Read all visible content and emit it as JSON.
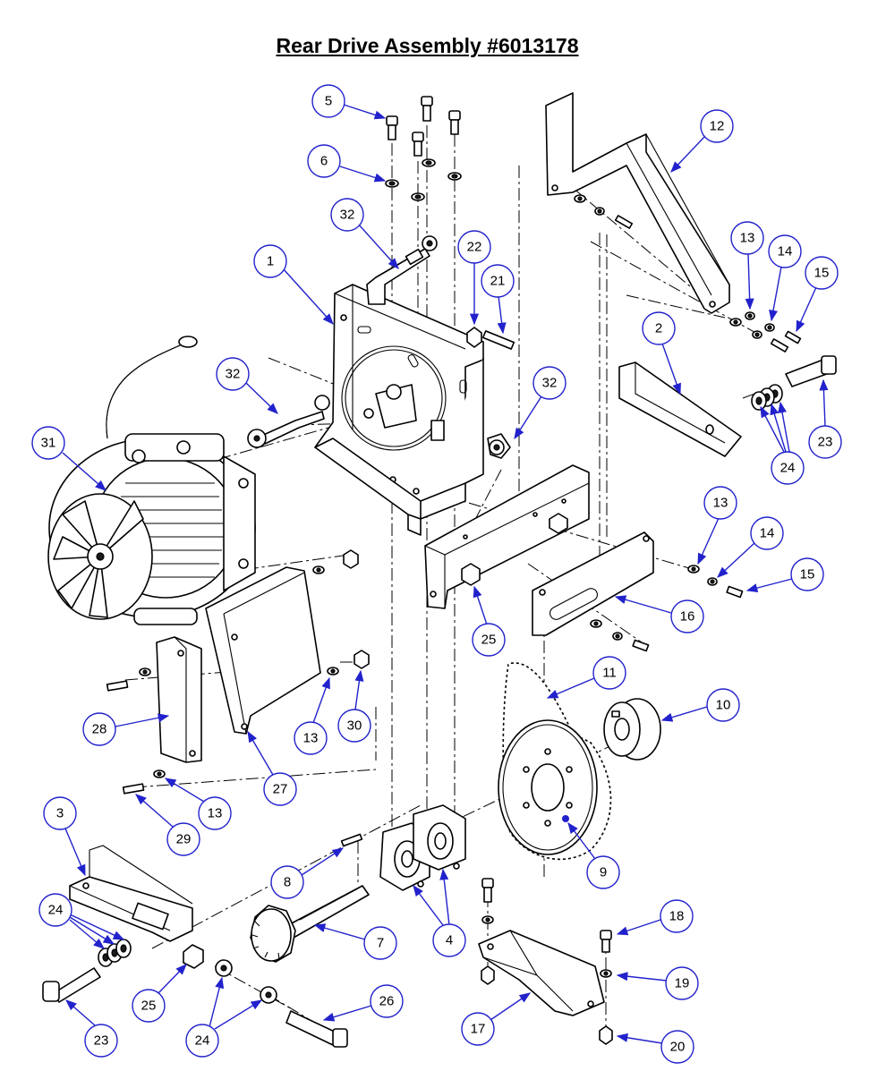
{
  "title": "Rear Drive Assembly #6013178",
  "colors": {
    "callout": "#2222cc",
    "line": "#000000"
  },
  "callouts": [
    {
      "id": "c5",
      "label": "5"
    },
    {
      "id": "c6",
      "label": "6"
    },
    {
      "id": "c32a",
      "label": "32"
    },
    {
      "id": "c1",
      "label": "1"
    },
    {
      "id": "c22",
      "label": "22"
    },
    {
      "id": "c21",
      "label": "21"
    },
    {
      "id": "c12",
      "label": "12"
    },
    {
      "id": "c13a",
      "label": "13"
    },
    {
      "id": "c14a",
      "label": "14"
    },
    {
      "id": "c15a",
      "label": "15"
    },
    {
      "id": "c2",
      "label": "2"
    },
    {
      "id": "c32b",
      "label": "32"
    },
    {
      "id": "c32c",
      "label": "32"
    },
    {
      "id": "c31",
      "label": "31"
    },
    {
      "id": "c23a",
      "label": "23"
    },
    {
      "id": "c24a",
      "label": "24"
    },
    {
      "id": "c13b",
      "label": "13"
    },
    {
      "id": "c14b",
      "label": "14"
    },
    {
      "id": "c15b",
      "label": "15"
    },
    {
      "id": "c16",
      "label": "16"
    },
    {
      "id": "c25a",
      "label": "25"
    },
    {
      "id": "c11",
      "label": "11"
    },
    {
      "id": "c10",
      "label": "10"
    },
    {
      "id": "c28",
      "label": "28"
    },
    {
      "id": "c13c",
      "label": "13"
    },
    {
      "id": "c30",
      "label": "30"
    },
    {
      "id": "c27",
      "label": "27"
    },
    {
      "id": "c13d",
      "label": "13"
    },
    {
      "id": "c29",
      "label": "29"
    },
    {
      "id": "c3",
      "label": "3"
    },
    {
      "id": "c9",
      "label": "9"
    },
    {
      "id": "c8",
      "label": "8"
    },
    {
      "id": "c24b",
      "label": "24"
    },
    {
      "id": "c4",
      "label": "4"
    },
    {
      "id": "c7",
      "label": "7"
    },
    {
      "id": "c18",
      "label": "18"
    },
    {
      "id": "c19",
      "label": "19"
    },
    {
      "id": "c25b",
      "label": "25"
    },
    {
      "id": "c26",
      "label": "26"
    },
    {
      "id": "c23b",
      "label": "23"
    },
    {
      "id": "c24c",
      "label": "24"
    },
    {
      "id": "c17",
      "label": "17"
    },
    {
      "id": "c20",
      "label": "20"
    }
  ]
}
